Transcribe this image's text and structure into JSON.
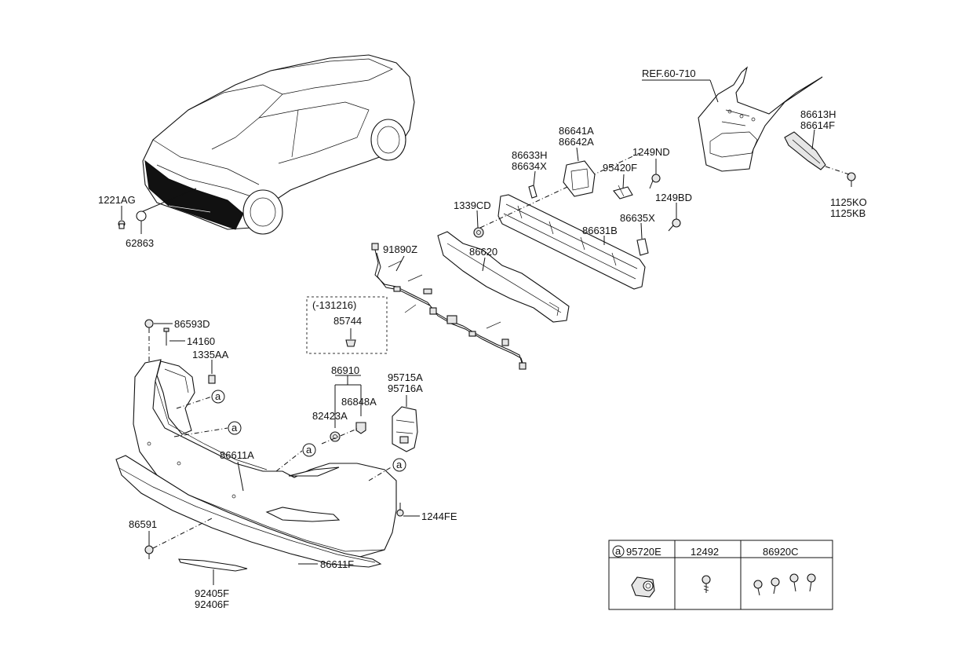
{
  "ref_label": "REF.60-710",
  "version_note": "(-131216)",
  "callout_marker": "a",
  "parts": {
    "p1221AG": "1221AG",
    "p62863": "62863",
    "p86641A": "86641A",
    "p86642A": "86642A",
    "p86633H": "86633H",
    "p86634X": "86634X",
    "p1249ND": "1249ND",
    "p95420F": "95420F",
    "p1339CD": "1339CD",
    "p1249BD": "1249BD",
    "p86635X": "86635X",
    "p86631B": "86631B",
    "p91890Z": "91890Z",
    "p86620": "86620",
    "p86613H": "86613H",
    "p86614F": "86614F",
    "p1125KO": "1125KO",
    "p1125KB": "1125KB",
    "p85744": "85744",
    "p86593D": "86593D",
    "p14160": "14160",
    "p1335AA": "1335AA",
    "p86910": "86910",
    "p86848A": "86848A",
    "p82423A": "82423A",
    "p95715A": "95715A",
    "p95716A": "95716A",
    "p86611A": "86611A",
    "p86591": "86591",
    "p1244FE": "1244FE",
    "p86611F": "86611F",
    "p92405F": "92405F",
    "p92406F": "92406F"
  },
  "legend_table": {
    "headers": [
      "95720E",
      "12492",
      "86920C"
    ]
  }
}
